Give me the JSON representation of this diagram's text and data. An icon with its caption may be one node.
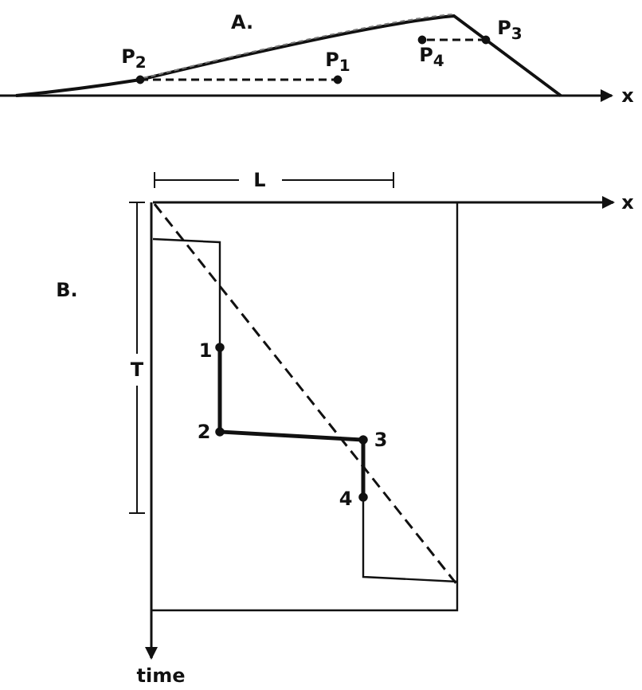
{
  "diagram": {
    "labels": [
      "A.",
      "P$_{3}$",
      "P$_{2}$",
      "P$_{1}$",
      "P$_{4}$",
      "x",
      "L",
      "x",
      "B.",
      "T",
      "1",
      "2",
      "3",
      "4",
      "time"
    ]
  }
}
